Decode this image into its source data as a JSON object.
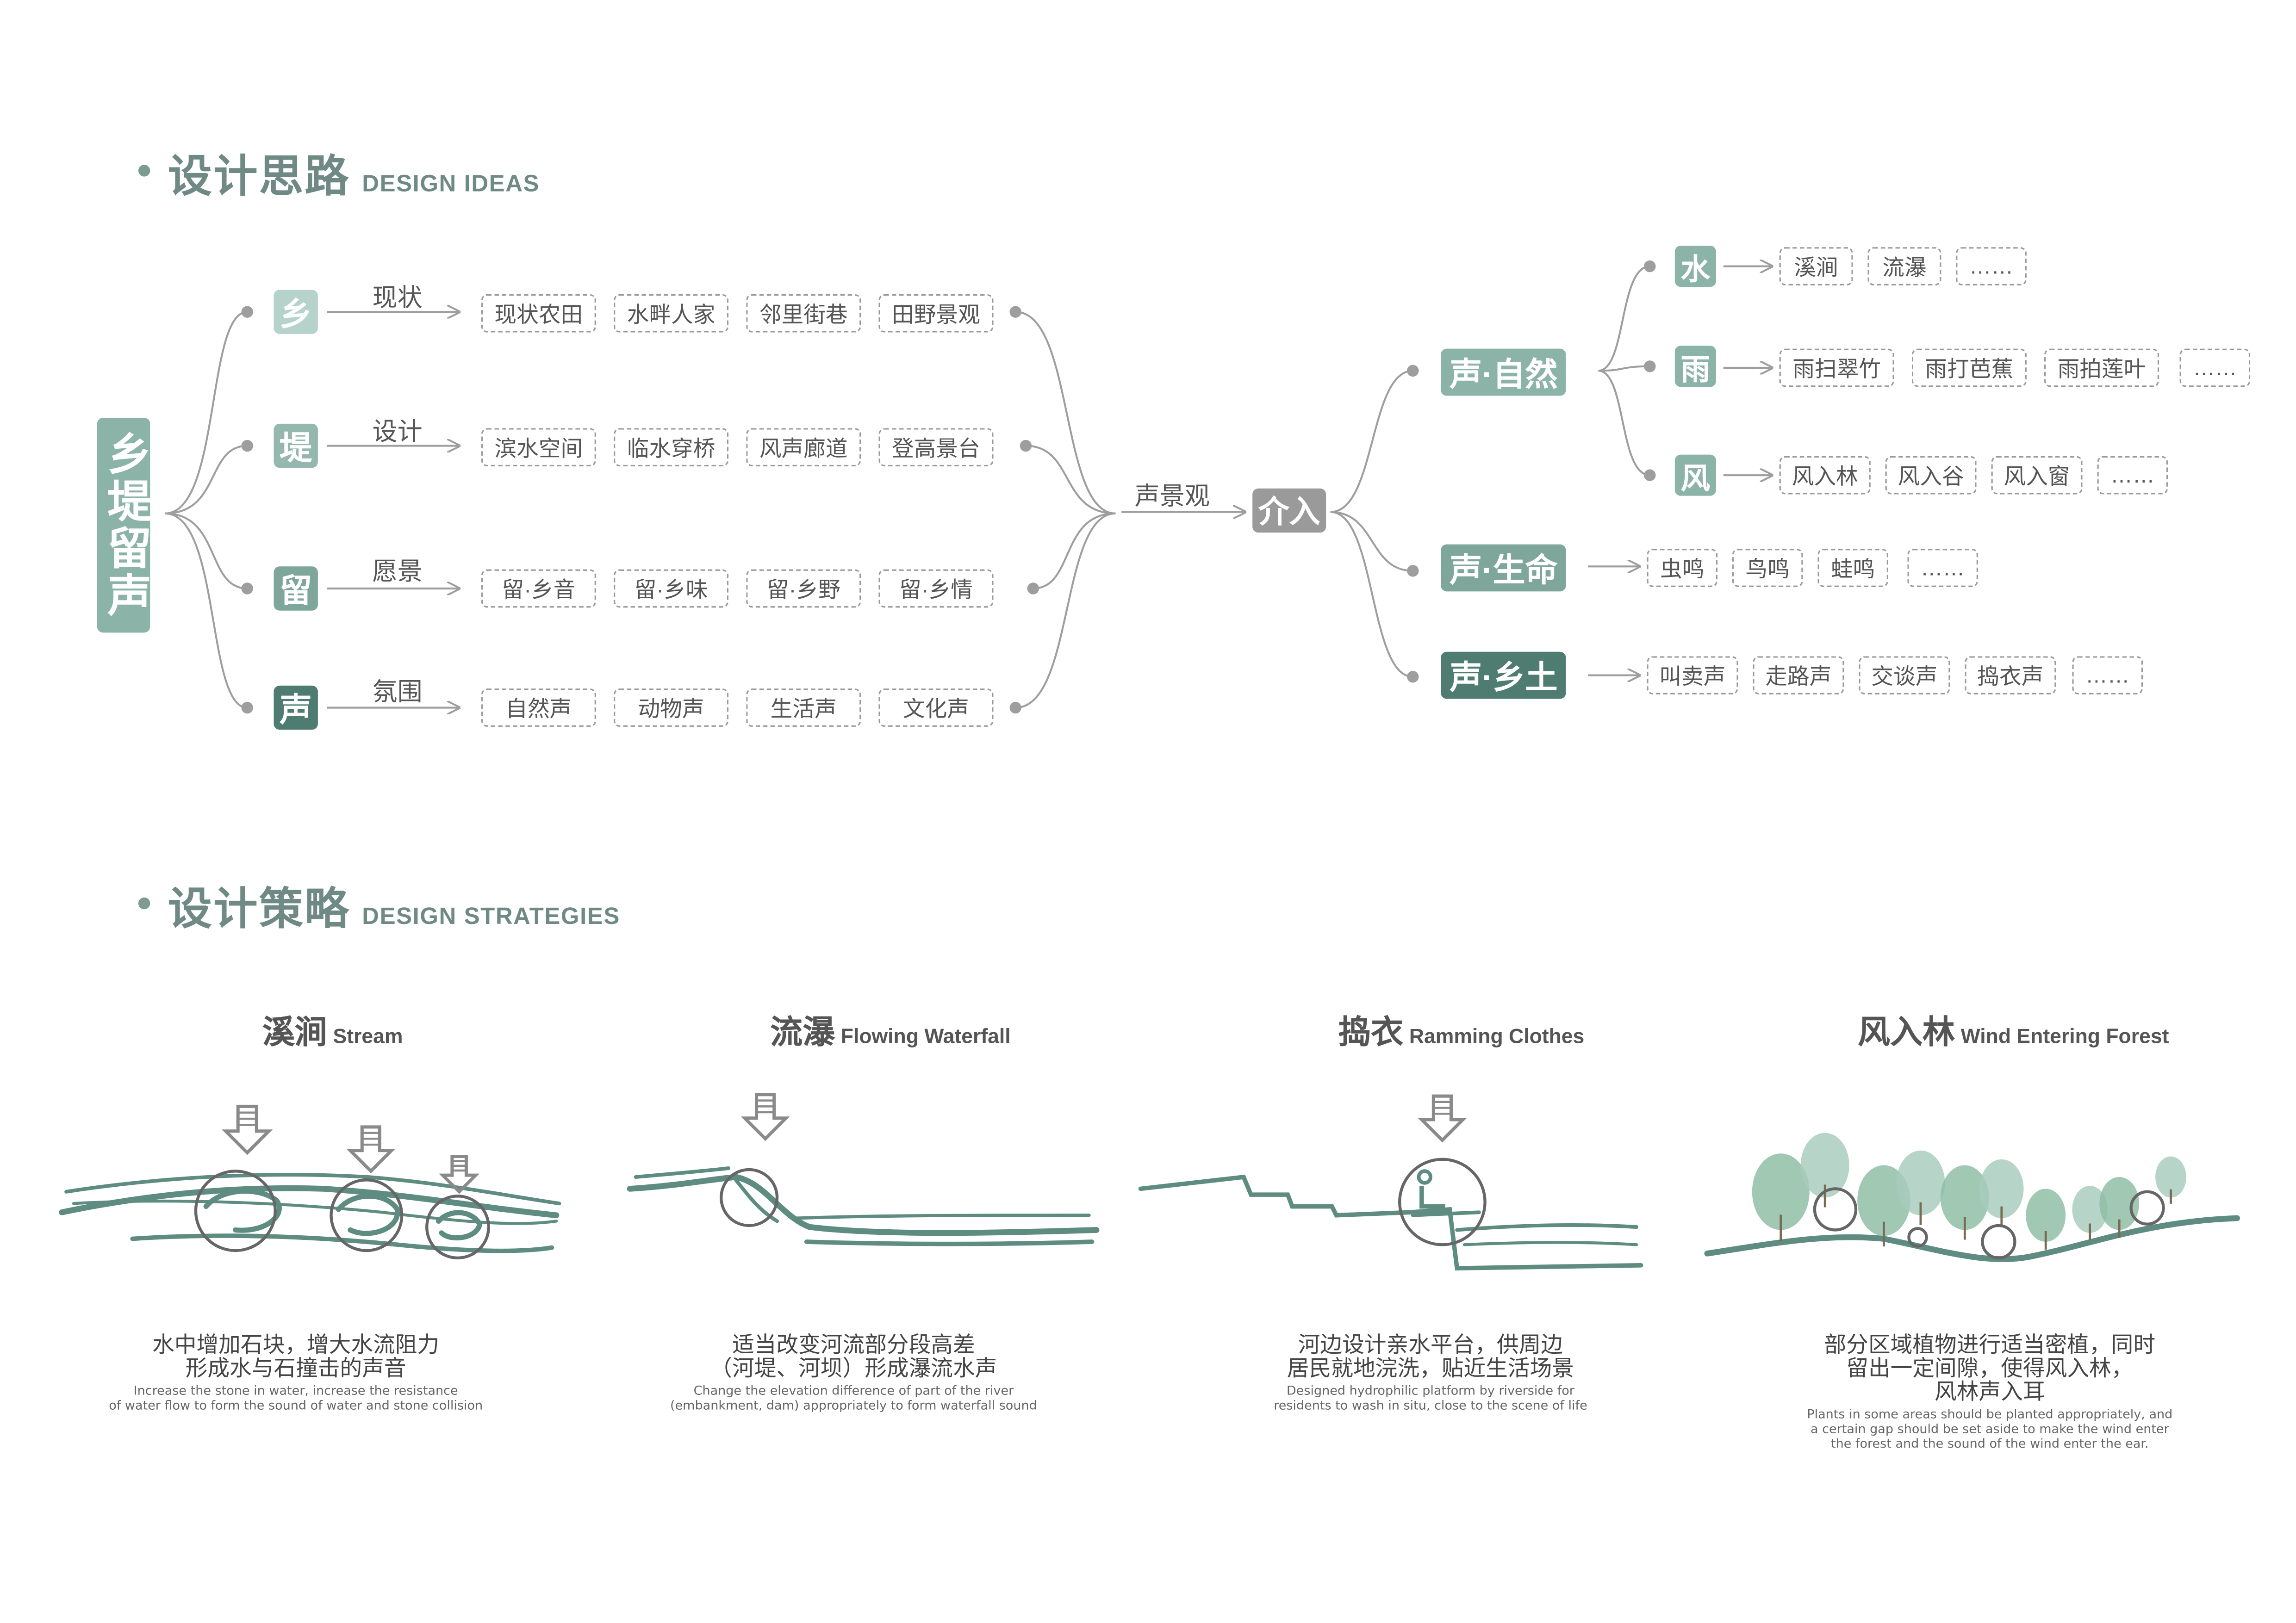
{
  "design_ideas": {
    "title": "设计思路",
    "subtitle": "DESIGN IDEAS",
    "root_label": "乡堤留声",
    "rows": [
      {
        "char": "乡",
        "label": "现状",
        "items": [
          "现状农田",
          "水畔人家",
          "邻里街巷",
          "田野景观"
        ],
        "color": "#b5d3cb"
      },
      {
        "char": "堤",
        "label": "设计",
        "items": [
          "滨水空间",
          "临水穿桥",
          "风声廊道",
          "登高景台"
        ],
        "color": "#94b8ae"
      },
      {
        "char": "留",
        "label": "愿景",
        "items": [
          "留·乡音",
          "留·乡味",
          "留·乡野",
          "留·乡情"
        ],
        "color": "#7ea69b"
      },
      {
        "char": "声",
        "label": "氛围",
        "items": [
          "自然声",
          "动物声",
          "生活声",
          "文化声"
        ],
        "color": "#4e7c70"
      }
    ],
    "link_label": "声景观",
    "hub_label": "介入",
    "nature": {
      "label": "声·自然",
      "branches": [
        {
          "char": "水",
          "items": [
            "溪涧",
            "流瀑",
            "……"
          ]
        },
        {
          "char": "雨",
          "items": [
            "雨扫翠竹",
            "雨打芭蕉",
            "雨拍莲叶",
            "……"
          ]
        },
        {
          "char": "风",
          "items": [
            "风入林",
            "风入谷",
            "风入窗",
            "……"
          ]
        }
      ]
    },
    "life": {
      "label": "声·生命",
      "items": [
        "虫鸣",
        "鸟鸣",
        "蛙鸣",
        "……"
      ]
    },
    "folk": {
      "label": "声·乡土",
      "items": [
        "叫卖声",
        "走路声",
        "交谈声",
        "捣衣声",
        "……"
      ]
    }
  },
  "design_strategies": {
    "title": "设计策略",
    "subtitle": "DESIGN STRATEGIES",
    "items": [
      {
        "title": "溪涧",
        "title_en": "Stream",
        "cn": [
          "水中增加石块，增大水流阻力",
          "形成水与石撞击的声音"
        ],
        "en": [
          "Increase the stone in water, increase the resistance",
          "of water flow to form the sound of water and stone collision"
        ]
      },
      {
        "title": "流瀑",
        "title_en": "Flowing Waterfall",
        "cn": [
          "适当改变河流部分段高差",
          "（河堤、河坝）形成瀑流水声"
        ],
        "en": [
          "Change the elevation difference of part of the river",
          "(embankment, dam) appropriately to form waterfall sound"
        ]
      },
      {
        "title": "捣衣",
        "title_en": "Ramming Clothes",
        "cn": [
          "河边设计亲水平台，供周边",
          "居民就地浣洗，贴近生活场景"
        ],
        "en": [
          "Designed hydrophilic platform by riverside for",
          "residents to wash in situ, close to the scene of life"
        ]
      },
      {
        "title": "风入林",
        "title_en": "Wind Entering Forest",
        "cn": [
          "部分区域植物进行适当密植，同时",
          "留出一定间隙，使得风入林，",
          "风林声入耳"
        ],
        "en": [
          "Plants in some areas should be planted appropriately, and",
          "a certain gap should be set aside to make the wind enter",
          "the forest and the sound of the wind enter the ear."
        ]
      }
    ]
  },
  "colors": {
    "accent": "#6f8a84",
    "sage_light": "#b5d3cb",
    "sage": "#8bb3a8",
    "sage_dark": "#4e7c70",
    "grey_hub": "#9a9a9a",
    "line": "#9e9e9e"
  }
}
